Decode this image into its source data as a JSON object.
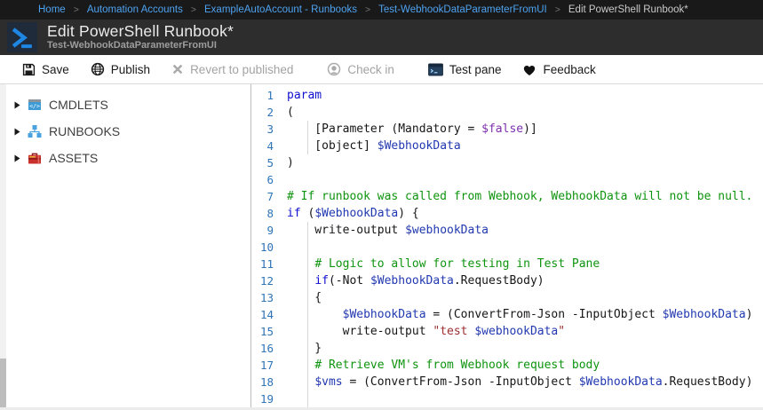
{
  "breadcrumb": {
    "separator": ">",
    "items": [
      {
        "label": "Home",
        "current": false
      },
      {
        "label": "Automation Accounts",
        "current": false
      },
      {
        "label": "ExampleAutoAccount - Runbooks",
        "current": false
      },
      {
        "label": "Test-WebhookDataParameterFromUI",
        "current": false
      },
      {
        "label": "Edit PowerShell Runbook*",
        "current": true
      }
    ]
  },
  "header": {
    "title": "Edit PowerShell Runbook*",
    "subtitle": "Test-WebhookDataParameterFromUI",
    "icon": "powershell-icon"
  },
  "toolbar": {
    "items": [
      {
        "label": "Save",
        "icon": "save-icon",
        "enabled": true
      },
      {
        "label": "Publish",
        "icon": "publish-icon",
        "enabled": true
      },
      {
        "label": "Revert to published",
        "icon": "revert-icon",
        "enabled": false
      },
      {
        "label": "Check in",
        "icon": "checkin-icon",
        "enabled": false
      },
      {
        "label": "Test pane",
        "icon": "testpane-icon",
        "enabled": true
      },
      {
        "label": "Feedback",
        "icon": "feedback-icon",
        "enabled": true
      }
    ]
  },
  "sidebar": {
    "items": [
      {
        "label": "CMDLETS",
        "icon": "cmdlets-icon",
        "expanded": false
      },
      {
        "label": "RUNBOOKS",
        "icon": "runbooks-icon",
        "expanded": false
      },
      {
        "label": "ASSETS",
        "icon": "assets-icon",
        "expanded": false
      }
    ]
  },
  "editor": {
    "language": "PowerShell",
    "lines": [
      {
        "num": 1,
        "guide": false,
        "tokens": [
          {
            "text": "param",
            "type": "kw"
          }
        ]
      },
      {
        "num": 2,
        "guide": false,
        "tokens": [
          {
            "text": "(",
            "type": "pl"
          }
        ]
      },
      {
        "num": 3,
        "guide": true,
        "tokens": [
          {
            "text": "    [Parameter (Mandatory = ",
            "type": "pl"
          },
          {
            "text": "$false",
            "type": "bool"
          },
          {
            "text": ")]",
            "type": "pl"
          }
        ]
      },
      {
        "num": 4,
        "guide": true,
        "tokens": [
          {
            "text": "    [object] ",
            "type": "pl"
          },
          {
            "text": "$WebhookData",
            "type": "var"
          }
        ]
      },
      {
        "num": 5,
        "guide": false,
        "tokens": [
          {
            "text": ")",
            "type": "pl"
          }
        ]
      },
      {
        "num": 6,
        "guide": false,
        "tokens": []
      },
      {
        "num": 7,
        "guide": false,
        "tokens": [
          {
            "text": "# If runbook was called from Webhook, WebhookData will not be null.",
            "type": "com"
          }
        ]
      },
      {
        "num": 8,
        "guide": false,
        "tokens": [
          {
            "text": "if",
            "type": "kw"
          },
          {
            "text": " (",
            "type": "pl"
          },
          {
            "text": "$WebhookData",
            "type": "var"
          },
          {
            "text": ") {",
            "type": "pl"
          }
        ]
      },
      {
        "num": 9,
        "guide": true,
        "tokens": [
          {
            "text": "    write-output ",
            "type": "pl"
          },
          {
            "text": "$webhookData",
            "type": "var"
          }
        ]
      },
      {
        "num": 10,
        "guide": true,
        "tokens": []
      },
      {
        "num": 11,
        "guide": true,
        "tokens": [
          {
            "text": "    ",
            "type": "pl"
          },
          {
            "text": "# Logic to allow for testing in Test Pane",
            "type": "com"
          }
        ]
      },
      {
        "num": 12,
        "guide": true,
        "tokens": [
          {
            "text": "    ",
            "type": "pl"
          },
          {
            "text": "if",
            "type": "kw"
          },
          {
            "text": "(-Not ",
            "type": "pl"
          },
          {
            "text": "$WebhookData",
            "type": "var"
          },
          {
            "text": ".RequestBody)",
            "type": "pl"
          }
        ]
      },
      {
        "num": 13,
        "guide": true,
        "tokens": [
          {
            "text": "    {",
            "type": "pl"
          }
        ]
      },
      {
        "num": 14,
        "guide": true,
        "tokens": [
          {
            "text": "        ",
            "type": "pl"
          },
          {
            "text": "$WebhookData",
            "type": "var"
          },
          {
            "text": " = (ConvertFrom-Json -InputObject ",
            "type": "pl"
          },
          {
            "text": "$WebhookData",
            "type": "var"
          },
          {
            "text": ")",
            "type": "pl"
          }
        ]
      },
      {
        "num": 15,
        "guide": true,
        "tokens": [
          {
            "text": "        write-output ",
            "type": "pl"
          },
          {
            "text": "\"test ",
            "type": "str"
          },
          {
            "text": "$webhookData",
            "type": "var"
          },
          {
            "text": "\"",
            "type": "str"
          }
        ]
      },
      {
        "num": 16,
        "guide": true,
        "tokens": [
          {
            "text": "    }",
            "type": "pl"
          }
        ]
      },
      {
        "num": 17,
        "guide": true,
        "tokens": [
          {
            "text": "    ",
            "type": "pl"
          },
          {
            "text": "# Retrieve VM's from Webhook request body",
            "type": "com"
          }
        ]
      },
      {
        "num": 18,
        "guide": true,
        "tokens": [
          {
            "text": "    ",
            "type": "pl"
          },
          {
            "text": "$vms",
            "type": "var"
          },
          {
            "text": " = (ConvertFrom-Json -InputObject ",
            "type": "pl"
          },
          {
            "text": "$WebhookData",
            "type": "var"
          },
          {
            "text": ".RequestBody)",
            "type": "pl"
          }
        ]
      },
      {
        "num": 19,
        "guide": true,
        "tokens": []
      }
    ]
  },
  "colors": {
    "accent_blue": "#1e87e4",
    "breadcrumb_link": "#4da2f0",
    "line_number": "#2e74b8",
    "keyword": "#0f0fd0",
    "variable": "#2138b0",
    "comment": "#0e940e",
    "string": "#9c2f2f",
    "special": "#7d2fae",
    "plain": "#161616",
    "cmdlets_icon_blue": "#3e9bd5",
    "runbooks_icon_blue": "#4aa3df",
    "assets_icon_red": "#c9302c"
  }
}
